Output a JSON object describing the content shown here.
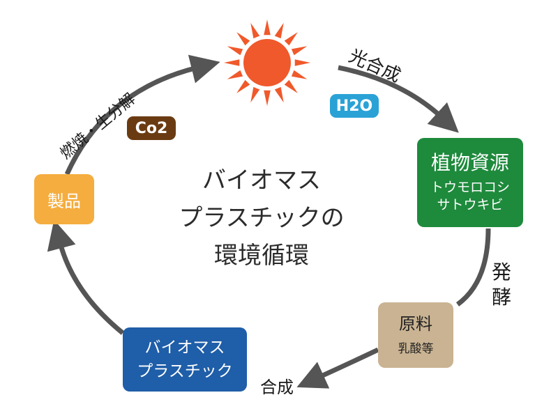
{
  "colors": {
    "plant": "#1e8a3c",
    "raw": "#c9b392",
    "bioplastic": "#1f5ea8",
    "product": "#f5ad3f",
    "co2": "#6a3b12",
    "h2o": "#2aa2d6",
    "sun": "#f0592b",
    "arrow": "#555555"
  },
  "icons": {
    "sun": "sun-icon"
  },
  "center_title": [
    "バイオマス",
    "プラスチックの",
    "環境循環"
  ],
  "plant_resource": {
    "title": "植物資源",
    "items": [
      "トウモロコシ",
      "サトウキビ"
    ]
  },
  "raw_material": {
    "title": "原料",
    "items": [
      "乳酸等"
    ]
  },
  "bioplastic": {
    "lines": [
      "バイオマス",
      "プラスチック"
    ]
  },
  "product": {
    "title": "製品"
  },
  "badges": {
    "co2": "Co2",
    "h2o": "H2O"
  },
  "edge_labels": {
    "photosynthesis": "光合成",
    "fermentation": "発酵",
    "synthesis": "合成",
    "combustion": "燃焼・生分解"
  }
}
